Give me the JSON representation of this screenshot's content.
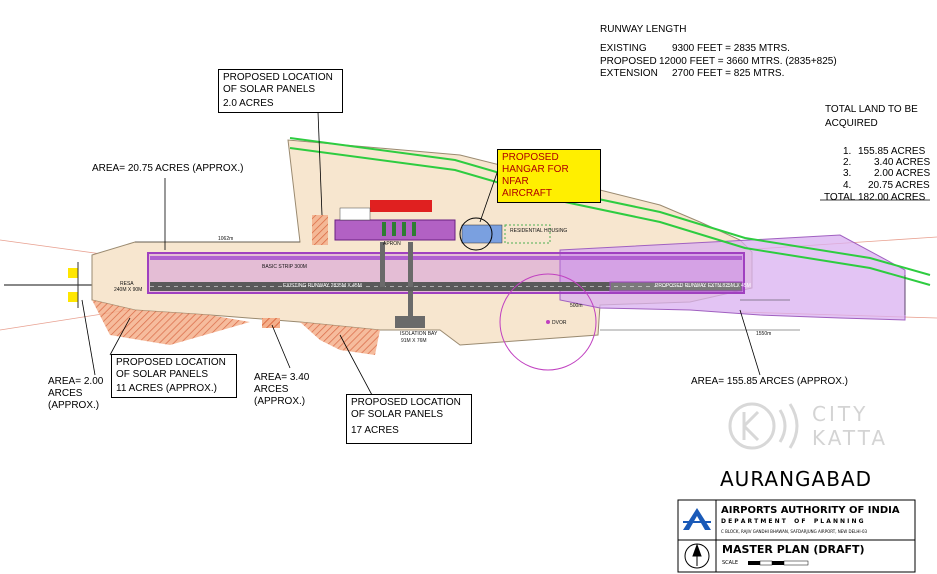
{
  "runway": {
    "title": "RUNWAY LENGTH",
    "rows": [
      {
        "label": "EXISTING",
        "value": "9300 FEET = 2835 MTRS."
      },
      {
        "label": "PROPOSED",
        "value": "12000 FEET = 3660 MTRS. (2835+825)"
      },
      {
        "label": "EXTENSION",
        "value": "2700 FEET =  825 MTRS."
      }
    ]
  },
  "land": {
    "title_line1": "TOTAL LAND TO BE",
    "title_line2": "ACQUIRED",
    "items": [
      {
        "num": "1.",
        "value": "155.85 ACRES"
      },
      {
        "num": "2.",
        "value": "3.40 ACRES"
      },
      {
        "num": "3.",
        "value": "2.00 ACRES"
      },
      {
        "num": "4.",
        "value": "20.75 ACRES"
      }
    ],
    "total_label": "TOTAL",
    "total_value": "182.00 ACRES"
  },
  "callouts": {
    "solar_top": {
      "line1": "PROPOSED LOCATION",
      "line2": "OF SOLAR PANELS",
      "line3": "2.0 ACRES"
    },
    "hangar": {
      "line1": "PROPOSED",
      "line2": "HANGAR FOR NFAR",
      "line3": "AIRCRAFT"
    },
    "area_2075": "AREA= 20.75 ACRES (APPROX.)",
    "solar_11": {
      "line1": "PROPOSED LOCATION",
      "line2": "OF SOLAR PANELS",
      "line3": "11 ACRES (APPROX.)"
    },
    "area_200": {
      "line1": "AREA= 2.00",
      "line2": "ARCES",
      "line3": "(APPROX.)"
    },
    "area_340": {
      "line1": "AREA= 3.40",
      "line2": "ARCES",
      "line3": "(APPROX.)"
    },
    "solar_17": {
      "line1": "PROPOSED LOCATION",
      "line2": "OF SOLAR PANELS",
      "line3": "17 ACRES"
    },
    "area_15585": "AREA= 155.85 ARCES (APPROX.)"
  },
  "plan_labels": {
    "apron": "APRON",
    "basic_strip": "BASIC STRIP 300M",
    "existing_runway": "EXISTING RUNWAY 2835M X 45M",
    "proposed_runway": "PROPOSED RUNWAY EXTN 825M X 45M",
    "isolation_bay": "ISOLATION BAY",
    "isolation_bay_dim": "91M X 76M",
    "dvor": "DVOR",
    "resa": "RESA",
    "resa_dim": "240M X 90M",
    "residential": "RESIDENTIAL HOUSING",
    "dim_1062": "1062m",
    "dim_1550": "1550m",
    "dim_500": "500m"
  },
  "watermark": {
    "line1": "CITY",
    "line2": "KATTA"
  },
  "title_block": {
    "city": "AURANGABAD",
    "org": "AIRPORTS AUTHORITY OF INDIA",
    "dept": "D E P A R T M E N T    O F    P L A N N I N G",
    "address": "C BLOCK, RAJIV GANDHI BHAWAN, SAFDARJUNG AIRPORT, NEW DELHI-03",
    "plan_title": "MASTER PLAN (DRAFT)",
    "scale_label": "SCALE"
  },
  "colors": {
    "land": "#f7e6cf",
    "proposed_land": "#d9b0f0",
    "strip": "#c070e0",
    "runway": "#5a5a5a",
    "green": "#2ecc40",
    "solar": "#e8865a",
    "hangar_highlight": "#ffef00"
  }
}
